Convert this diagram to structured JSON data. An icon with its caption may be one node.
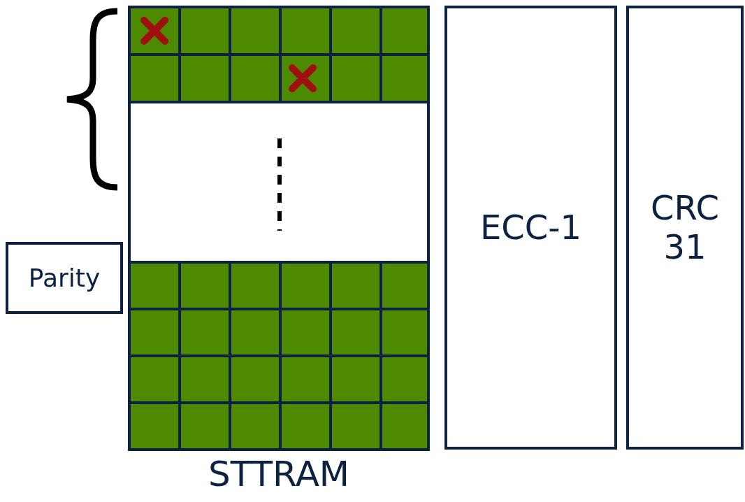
{
  "diagram": {
    "nodes": [
      {
        "text": [
          "STTRAM"
        ]
      },
      {
        "text": [
          "Parity"
        ]
      },
      {
        "text": [
          "ECC-1"
        ]
      },
      {
        "text": [
          "CRC 31"
        ]
      }
    ]
  }
}
